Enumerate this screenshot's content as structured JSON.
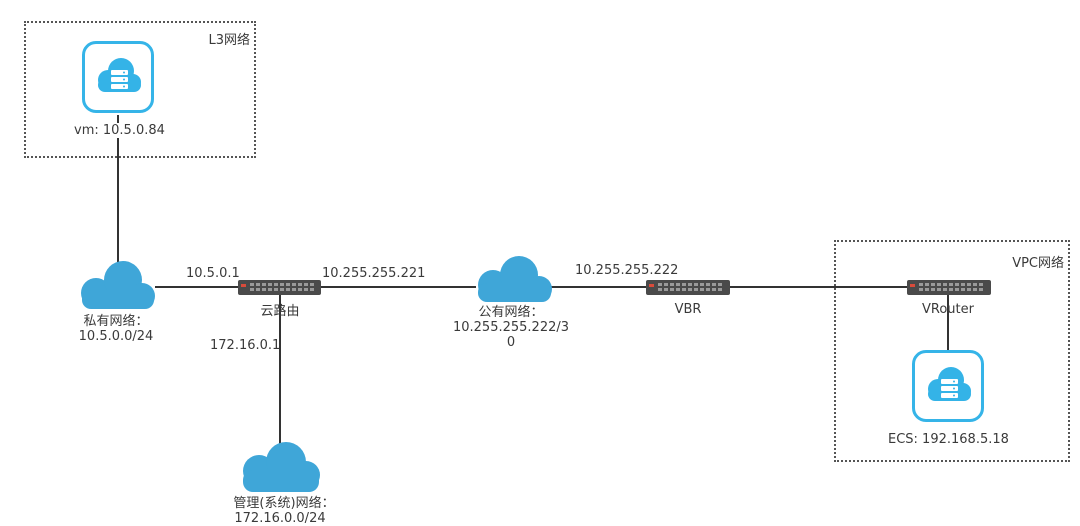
{
  "zones": {
    "l3": "L3网络",
    "vpc": "VPC网络"
  },
  "nodes": {
    "vm": "vm: 10.5.0.84",
    "ecs": "ECS: 192.168.5.18",
    "private_net_line1": "私有网络：",
    "private_net_line2": "10.5.0.0/24",
    "cloud_router": "云路由",
    "public_net_line1": "公有网络：",
    "public_net_line2": "10.255.255.222/3",
    "public_net_line3": "0",
    "vbr": "VBR",
    "vrouter": "VRouter",
    "mgmt_net_line1": "管理(系统)网络：",
    "mgmt_net_line2": "172.16.0.0/24"
  },
  "links": {
    "router_private_ip": "10.5.0.1",
    "router_public_ip": "10.255.255.221",
    "router_mgmt_ip": "172.16.0.1",
    "vbr_ip": "10.255.255.222"
  },
  "colors": {
    "cloud": "#3fa6d8",
    "cloud_icon": "#34b3e7",
    "switch": "#4a4a4a",
    "switch_port": "#9a9a9a",
    "switch_led": "#d94b3b",
    "line": "#333333",
    "zone_border": "#555555"
  }
}
